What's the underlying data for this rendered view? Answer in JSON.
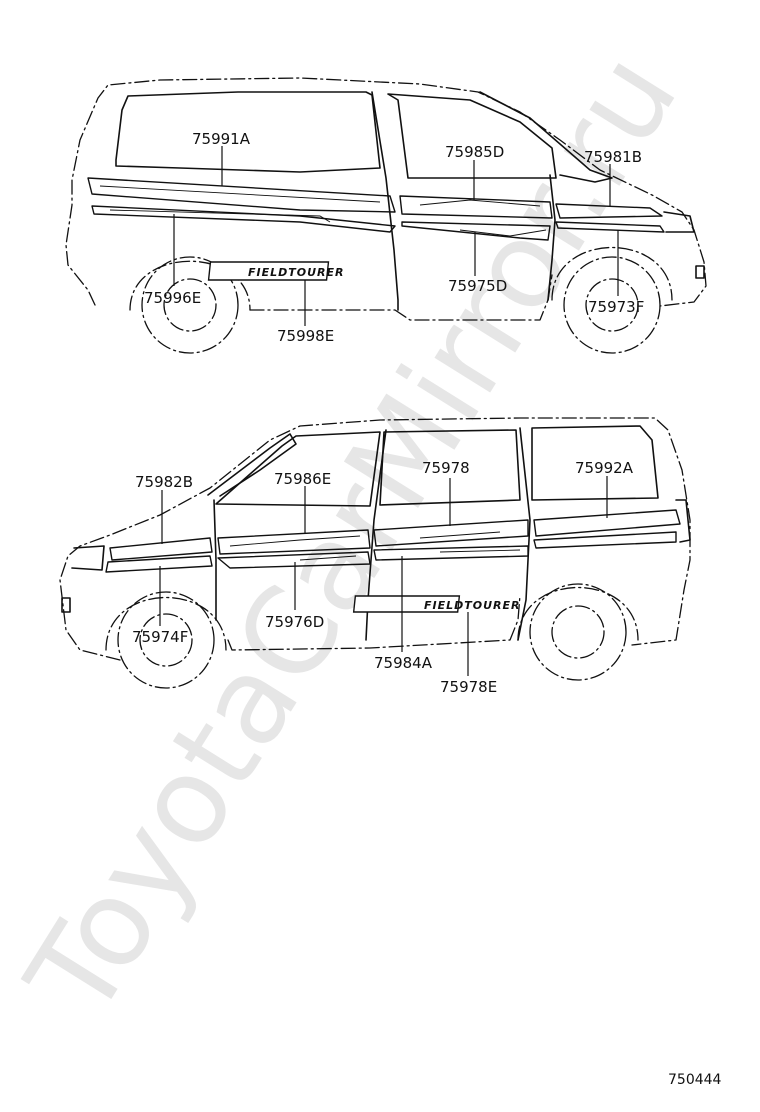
{
  "watermark": "ToyotaCarMirror.ru",
  "document_number": "750444",
  "emblem_text": "FIELDTOURER",
  "top_view": {
    "labels": {
      "p75991A": "75991A",
      "p75985D": "75985D",
      "p75981B": "75981B",
      "p75996E": "75996E",
      "p75975D": "75975D",
      "p75973F": "75973F",
      "p75998E": "75998E"
    }
  },
  "bottom_view": {
    "labels": {
      "p75982B": "75982B",
      "p75986E": "75986E",
      "p75978": "75978",
      "p75992A": "75992A",
      "p75974F": "75974F",
      "p75976D": "75976D",
      "p75984A": "75984A",
      "p75978E": "75978E"
    }
  }
}
